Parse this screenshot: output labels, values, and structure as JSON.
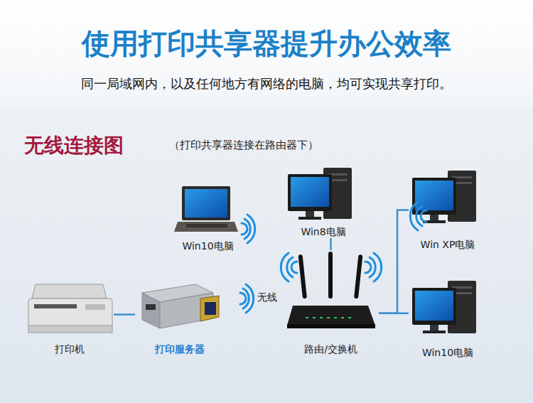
{
  "diagram": {
    "title": "使用打印共享器提升办公效率",
    "nodes": [
      {
        "text": [
          "Win8电脑"
        ]
      },
      {
        "text": [
          "Win XP电脑"
        ]
      },
      {
        "text": [
          "Win10电脑"
        ]
      },
      {
        "text": [
          "打印机"
        ]
      },
      {
        "text": [
          "打印服务器"
        ]
      },
      {
        "text": [
          "路由/交换机"
        ]
      },
      {
        "text": [
          "Win10电脑"
        ]
      }
    ],
    "edges": [
      {
        "from": 3,
        "to": 4,
        "arrow": "none"
      },
      {
        "from": 5,
        "to": 0,
        "arrow": "none"
      },
      {
        "from": 5,
        "to": 1,
        "arrow": "none"
      },
      {
        "from": 5,
        "to": 6,
        "arrow": "none"
      }
    ],
    "labels": [
      "同一局域网内，以及任何地方有网络的电脑，均可实现共享打印。",
      "无线连接图",
      "（打印共享器连接在路由器下）",
      "无线"
    ]
  }
}
